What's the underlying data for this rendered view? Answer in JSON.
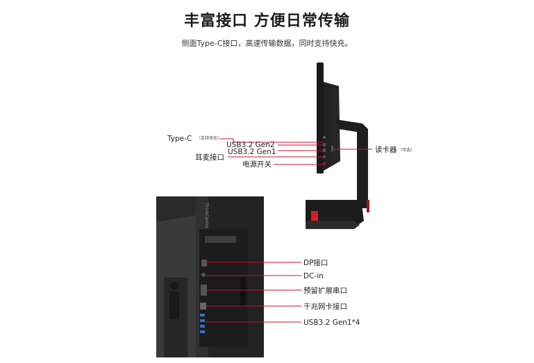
{
  "header": {
    "title": "丰富接口 方便日常传输",
    "subtitle": "侧面Type-C接口，高速传输数据，同时支持快充。"
  },
  "side_ports": {
    "type_c": {
      "label": "Type-C",
      "note": "（支持快充）"
    },
    "usb_gen2": {
      "label": "USB3.2 Gen2"
    },
    "usb_gen1": {
      "label": "USB3.2 Gen1"
    },
    "audio": {
      "label": "耳麦接口"
    },
    "power": {
      "label": "电源开关"
    },
    "card_reader": {
      "label": "读卡器",
      "note": "（可选）"
    }
  },
  "rear_ports": {
    "dp": {
      "label": "DP接口"
    },
    "dc_in": {
      "label": "DC-in"
    },
    "serial": {
      "label": "预留扩展串口"
    },
    "ethernet": {
      "label": "千兆网卡接口"
    },
    "usb_gen1_x4": {
      "label": "USB3.2 Gen1*4"
    }
  },
  "brand": {
    "logo_text": "ThinkCentre"
  },
  "colors": {
    "leader_line": "#c8102e",
    "device_body": "#1c1c1c",
    "accent": "#d21f2b"
  }
}
